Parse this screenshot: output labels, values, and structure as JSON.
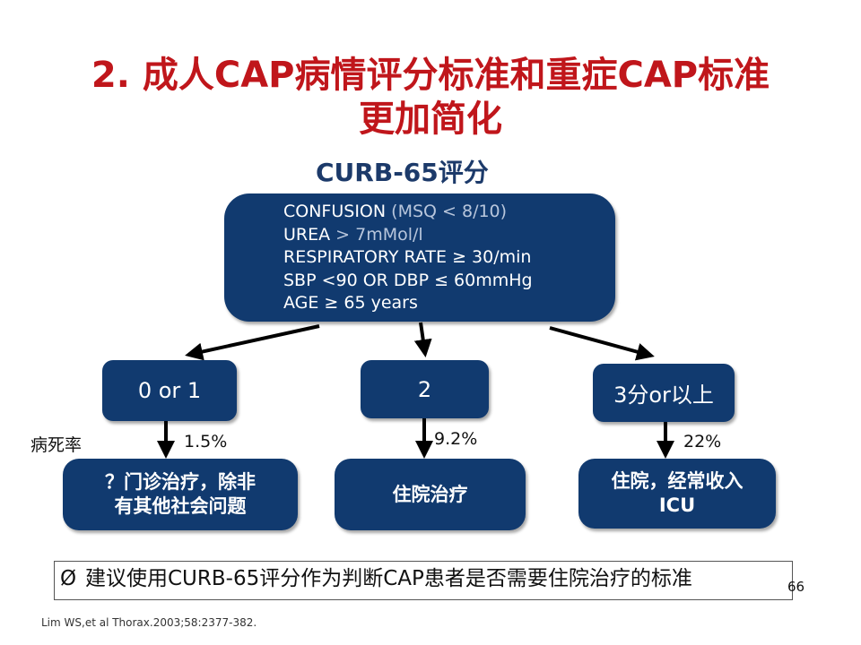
{
  "slide": {
    "title_line1": "2. 成人CAP病情评分标准和重症CAP标准",
    "title_line2": "更加简化",
    "subtitle": "CURB-65评分",
    "criteria": [
      {
        "main": "CONFUSION ",
        "detail": "(MSQ < 8/10)"
      },
      {
        "main": "UREA ",
        "detail": "> 7mMol/l"
      },
      {
        "main": "RESPIRATORY RATE ≥ 30/min",
        "detail": ""
      },
      {
        "main": "SBP <90 OR DBP ≤ 60mmHg",
        "detail": ""
      },
      {
        "main": "AGE  ≥ 65 years",
        "detail": ""
      }
    ],
    "mortality_header": "病死率",
    "scores": [
      {
        "label": "0 or 1",
        "mortality": "1.5%",
        "action_line1": "？门诊治疗，除非",
        "action_line2": "有其他社会问题"
      },
      {
        "label": "2",
        "mortality": "9.2%",
        "action_line1": "住院治疗",
        "action_line2": ""
      },
      {
        "label": "3分or以上",
        "mortality": "22%",
        "action_line1": "住院，经常收入",
        "action_line2": "ICU"
      }
    ],
    "note_bullet": "Ø",
    "note": "建议使用CURB-65评分作为判断CAP患者是否需要住院治疗的标准",
    "page_number": "66",
    "citation": "Lim WS,et al Thorax.2003;58:2377-382."
  },
  "colors": {
    "title": "#c0161b",
    "box": "#113a6f",
    "subtitle": "#1c3a6a"
  }
}
